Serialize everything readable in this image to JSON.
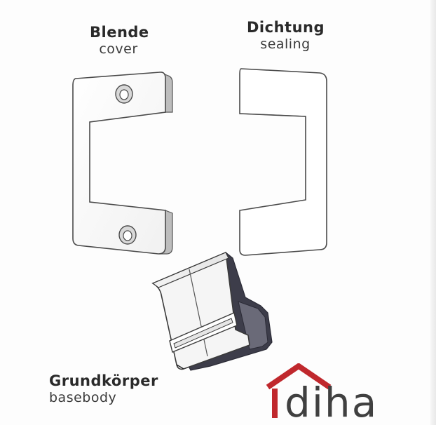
{
  "parts": {
    "cover": {
      "de": "Blende",
      "en": "cover"
    },
    "sealing": {
      "de": "Dichtung",
      "en": "sealing"
    },
    "basebody": {
      "de": "Grundkörper",
      "en": "basebody"
    }
  },
  "logo": {
    "text": "diha",
    "color": "#c0282d",
    "text_color": "#404040"
  }
}
